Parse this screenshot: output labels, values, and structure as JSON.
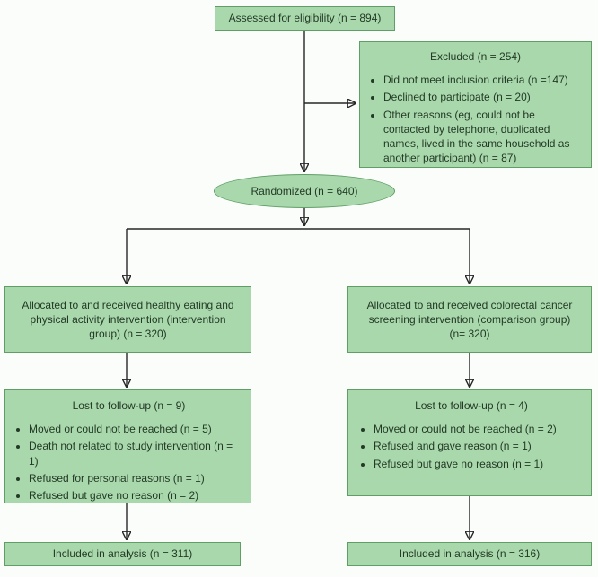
{
  "diagram": {
    "assessed": {
      "label": "Assessed for eligibility (n = 894)"
    },
    "excluded": {
      "title": "Excluded (n = 254)",
      "items": [
        "Did not meet inclusion criteria (n =147)",
        "Declined to participate (n = 20)",
        "Other reasons (eg, could not be contacted by telephone, duplicated names, lived in the same household as another participant) (n = 87)"
      ]
    },
    "randomized": {
      "label": "Randomized (n = 640)"
    },
    "left_allocation": {
      "label": "Allocated to and received healthy eating and physical activity intervention (intervention group) (n = 320)"
    },
    "right_allocation": {
      "label": "Allocated to and received colorectal cancer screening intervention (comparison group) (n= 320)"
    },
    "left_followup": {
      "title": "Lost to follow-up (n = 9)",
      "items": [
        "Moved or could not be reached (n = 5)",
        "Death not related to study intervention (n = 1)",
        "Refused for personal reasons (n = 1)",
        "Refused but gave no reason (n = 2)"
      ]
    },
    "right_followup": {
      "title": "Lost to follow-up (n = 4)",
      "items": [
        "Moved or could not be reached (n = 2)",
        "Refused and gave reason (n = 1)",
        "Refused but gave no reason (n = 1)"
      ]
    },
    "left_analysis": {
      "label": "Included in analysis (n = 311)"
    },
    "right_analysis": {
      "label": "Included in analysis (n = 316)"
    }
  },
  "colors": {
    "box_fill": "#a9d8ac",
    "box_border": "#5f9f65",
    "text": "#233a25",
    "arrow": "#262626",
    "background": "#fbfdfa"
  }
}
